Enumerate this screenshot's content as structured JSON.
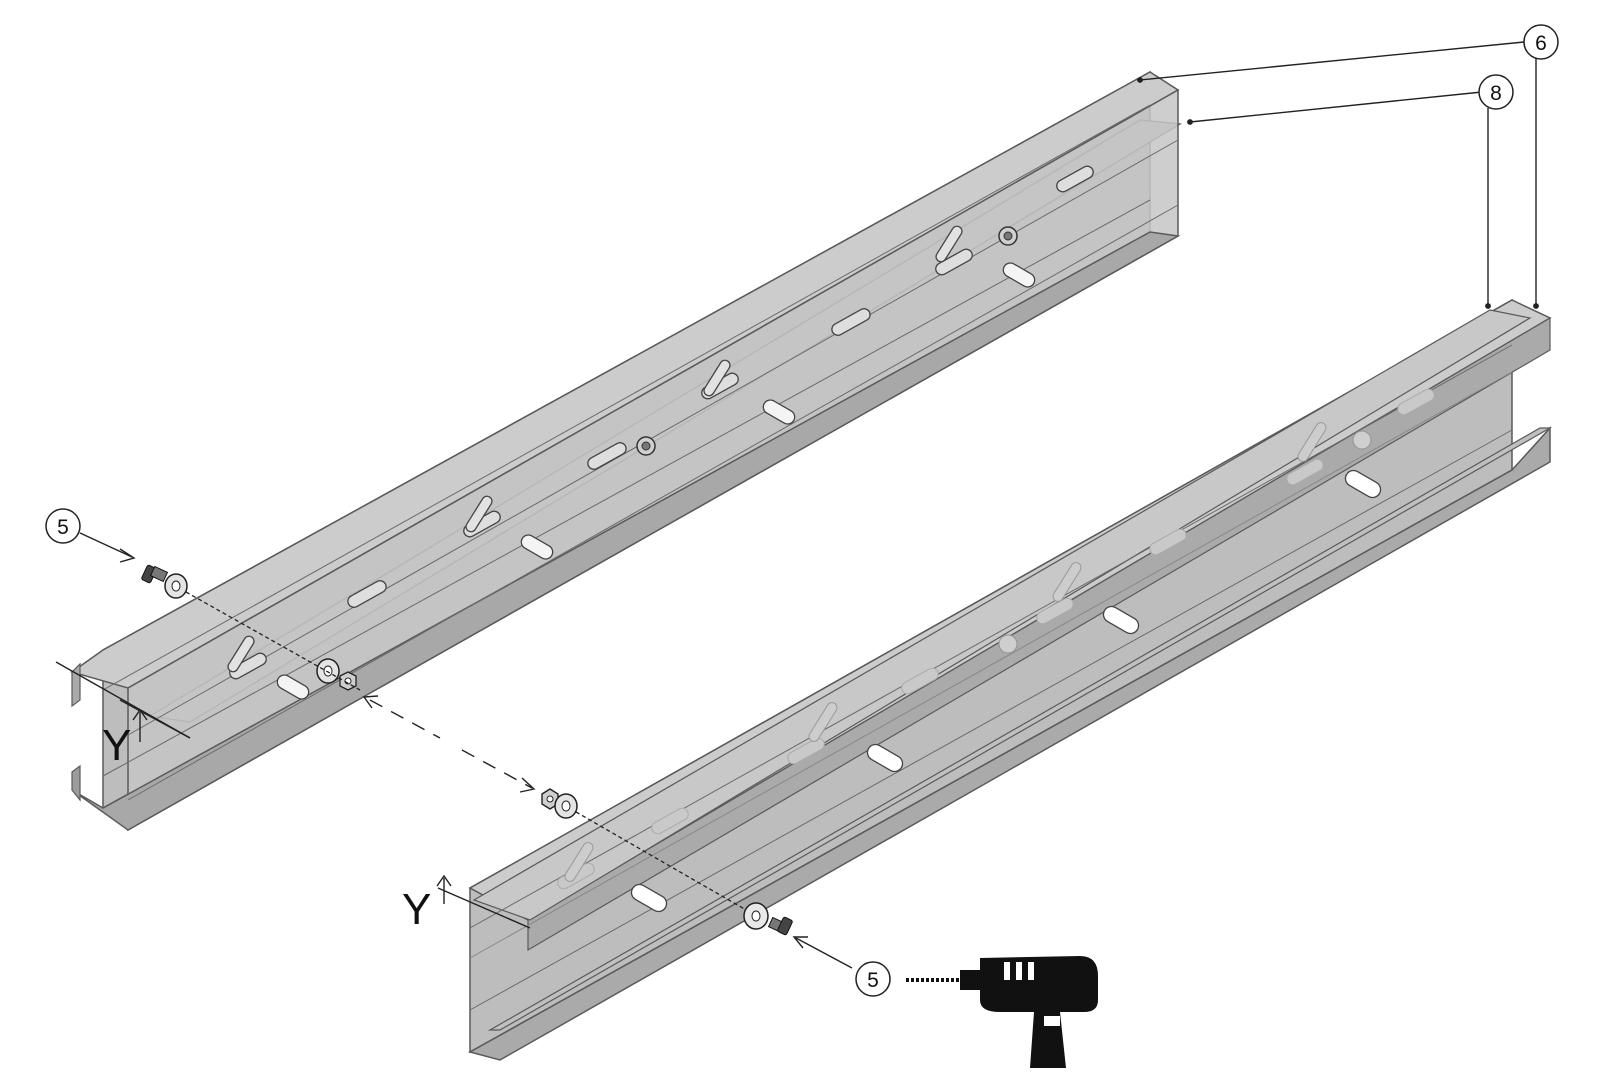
{
  "diagram": {
    "callouts": {
      "part_6": "6",
      "part_8": "8",
      "fastener_left": "5",
      "fastener_right": "5"
    },
    "axis_marks": {
      "y_left": "Y",
      "y_right": "Y"
    },
    "tool_icon": "cordless-drill-icon",
    "colors": {
      "rail_fill": "#b9b9b9",
      "rail_face": "#cfcfcf",
      "rail_dark": "#9a9a9a",
      "outline": "#555555",
      "line": "#222222",
      "slot": "#f2f2f2",
      "tool": "#111111"
    }
  }
}
